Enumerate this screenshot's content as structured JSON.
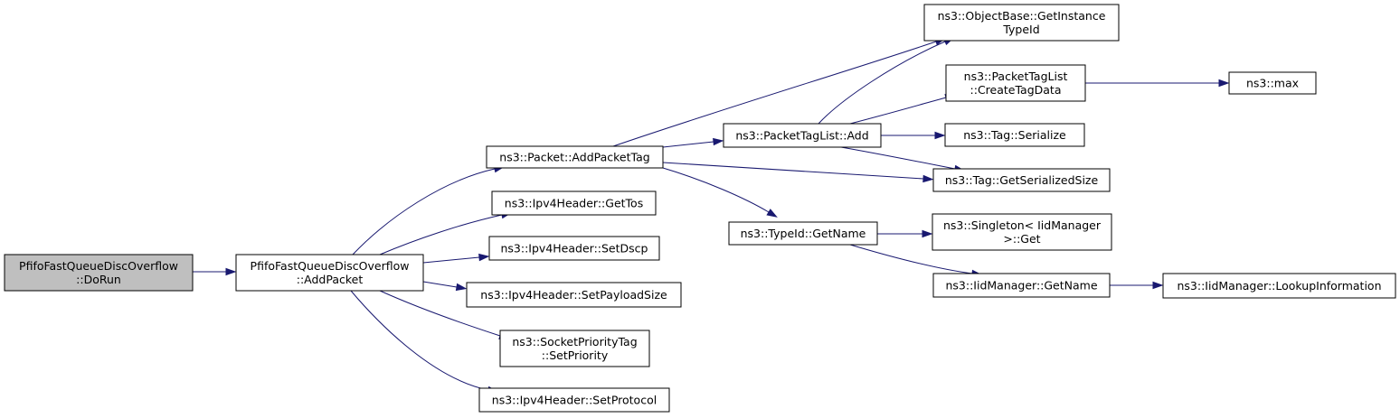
{
  "colors": {
    "edge": "#191970",
    "node_border": "#000000",
    "node_fill": "#ffffff",
    "root_fill": "#bfbfbf"
  },
  "nodes": [
    {
      "id": "dorun",
      "name": "node-doRun",
      "lines": [
        "PfifoFastQueueDiscOverflow",
        "::DoRun"
      ],
      "root": true
    },
    {
      "id": "addpacket",
      "name": "node-addPacket",
      "lines": [
        "PfifoFastQueueDiscOverflow",
        "::AddPacket"
      ]
    },
    {
      "id": "addpackettag",
      "name": "node-packet-addPacketTag",
      "lines": [
        "ns3::Packet::AddPacketTag"
      ]
    },
    {
      "id": "gettos",
      "name": "node-ipv4header-getTos",
      "lines": [
        "ns3::Ipv4Header::GetTos"
      ]
    },
    {
      "id": "setdscp",
      "name": "node-ipv4header-setDscp",
      "lines": [
        "ns3::Ipv4Header::SetDscp"
      ]
    },
    {
      "id": "setpayloadsize",
      "name": "node-ipv4header-setPayloadSize",
      "lines": [
        "ns3::Ipv4Header::SetPayloadSize"
      ]
    },
    {
      "id": "setpriority",
      "name": "node-socketPriorityTag-setPriority",
      "lines": [
        "ns3::SocketPriorityTag",
        "::SetPriority"
      ]
    },
    {
      "id": "setprotocol",
      "name": "node-ipv4header-setProtocol",
      "lines": [
        "ns3::Ipv4Header::SetProtocol"
      ]
    },
    {
      "id": "getinstancetypeid",
      "name": "node-objectBase-getInstanceTypeId",
      "lines": [
        "ns3::ObjectBase::GetInstance",
        "TypeId"
      ]
    },
    {
      "id": "taglistadd",
      "name": "node-packetTagList-add",
      "lines": [
        "ns3::PacketTagList::Add"
      ]
    },
    {
      "id": "typeidgetname",
      "name": "node-typeId-getName",
      "lines": [
        "ns3::TypeId::GetName"
      ]
    },
    {
      "id": "createtagdata",
      "name": "node-packetTagList-createTagData",
      "lines": [
        "ns3::PacketTagList",
        "::CreateTagData"
      ]
    },
    {
      "id": "tagserialize",
      "name": "node-tag-serialize",
      "lines": [
        "ns3::Tag::Serialize"
      ]
    },
    {
      "id": "getserializedsize",
      "name": "node-tag-getSerializedSize",
      "lines": [
        "ns3::Tag::GetSerializedSize"
      ]
    },
    {
      "id": "singletonget",
      "name": "node-singleton-iidManager-get",
      "lines": [
        "ns3::Singleton< IidManager",
        ">::Get"
      ]
    },
    {
      "id": "iidgetname",
      "name": "node-iidManager-getName",
      "lines": [
        "ns3::IidManager::GetName"
      ]
    },
    {
      "id": "max",
      "name": "node-max",
      "lines": [
        "ns3::max"
      ]
    },
    {
      "id": "lookupinformation",
      "name": "node-iidManager-lookupInformation",
      "lines": [
        "ns3::IidManager::LookupInformation"
      ]
    }
  ],
  "edges": [
    {
      "from": "dorun",
      "to": "addpacket"
    },
    {
      "from": "addpacket",
      "to": "addpackettag"
    },
    {
      "from": "addpacket",
      "to": "gettos"
    },
    {
      "from": "addpacket",
      "to": "setdscp"
    },
    {
      "from": "addpacket",
      "to": "setpayloadsize"
    },
    {
      "from": "addpacket",
      "to": "setpriority"
    },
    {
      "from": "addpacket",
      "to": "setprotocol"
    },
    {
      "from": "addpackettag",
      "to": "getinstancetypeid"
    },
    {
      "from": "addpackettag",
      "to": "taglistadd"
    },
    {
      "from": "addpackettag",
      "to": "getserializedsize"
    },
    {
      "from": "addpackettag",
      "to": "typeidgetname"
    },
    {
      "from": "taglistadd",
      "to": "getinstancetypeid"
    },
    {
      "from": "taglistadd",
      "to": "createtagdata"
    },
    {
      "from": "taglistadd",
      "to": "tagserialize"
    },
    {
      "from": "taglistadd",
      "to": "getserializedsize"
    },
    {
      "from": "createtagdata",
      "to": "max"
    },
    {
      "from": "typeidgetname",
      "to": "singletonget"
    },
    {
      "from": "typeidgetname",
      "to": "iidgetname"
    },
    {
      "from": "iidgetname",
      "to": "lookupinformation"
    }
  ]
}
